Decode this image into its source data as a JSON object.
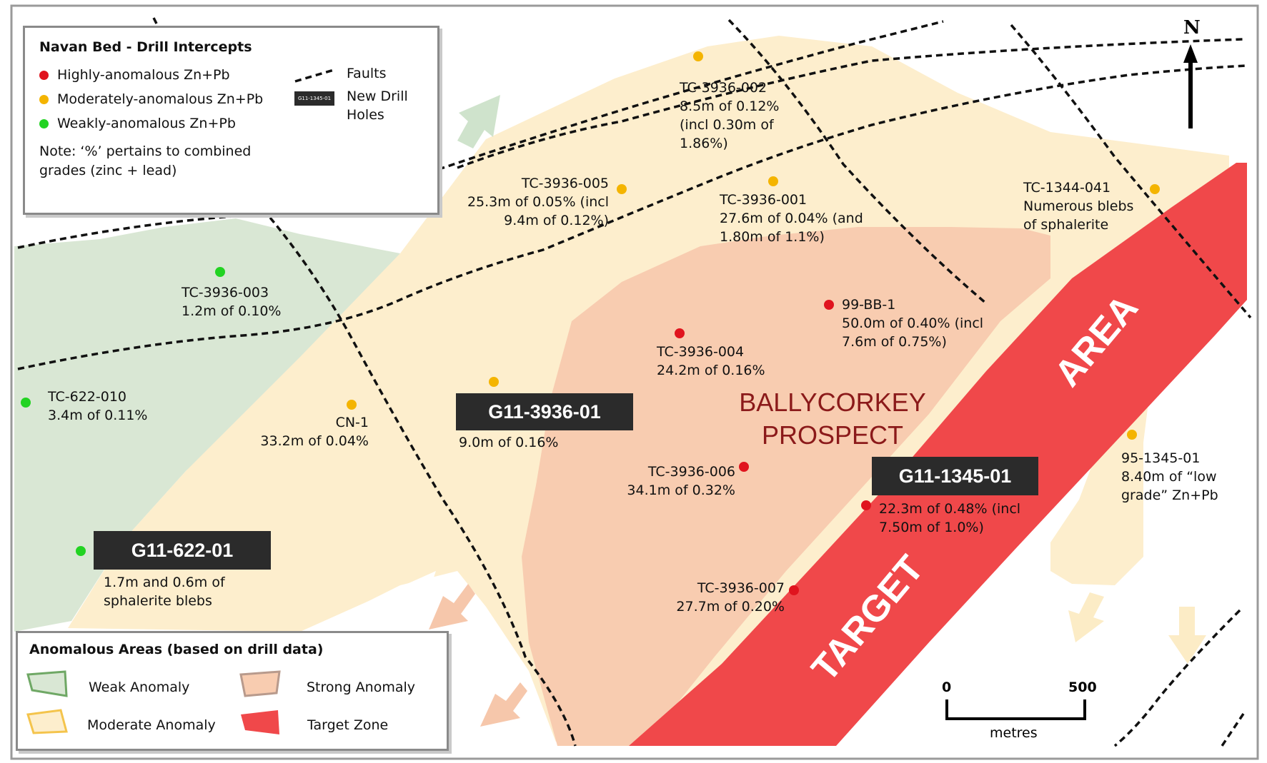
{
  "legend_intercepts": {
    "title": "Navan Bed - Drill Intercepts",
    "items": [
      {
        "label": "Highly-anomalous Zn+Pb",
        "color": "#e0141e"
      },
      {
        "label": "Moderately-anomalous Zn+Pb",
        "color": "#f4b400"
      },
      {
        "label": "Weakly-anomalous Zn+Pb",
        "color": "#22d322"
      }
    ],
    "faults_label": "Faults",
    "new_drill_line1": "New Drill",
    "new_drill_line2": "Holes",
    "new_drill_sample": "G11-1345-01",
    "note_line1": "Note: ‘%’ pertains to combined",
    "note_line2": "grades (zinc + lead)"
  },
  "legend_areas": {
    "title": "Anomalous Areas (based on drill data)",
    "weak": "Weak Anomaly",
    "moderate": "Moderate Anomaly",
    "strong": "Strong Anomaly",
    "target": "Target Zone"
  },
  "colors": {
    "weak_fill": "#d9e7d4",
    "moderate_fill": "#fdeecd",
    "strong_fill": "#f8ccb0",
    "target_fill": "#f0484a",
    "high_dot": "#e0141e",
    "moderate_dot": "#f4b400",
    "weak_dot": "#22d322"
  },
  "drill_labels": {
    "tc3936_002": {
      "l1": "TC-3936-002",
      "l2": "8.5m of 0.12%",
      "l3": "(incl 0.30m of",
      "l4": "1.86%)"
    },
    "tc3936_005": {
      "l1": "TC-3936-005",
      "l2": "25.3m of 0.05% (incl",
      "l3": "9.4m of 0.12%)"
    },
    "tc3936_001": {
      "l1": "TC-3936-001",
      "l2": "27.6m of 0.04% (and",
      "l3": "1.80m of 1.1%)"
    },
    "tc1344_041": {
      "l1": "TC-1344-041",
      "l2": "Numerous blebs",
      "l3": "of sphalerite"
    },
    "tc3936_003": {
      "l1": "TC-3936-003",
      "l2": "1.2m of 0.10%"
    },
    "bb_99_1": {
      "l1": "99-BB-1",
      "l2": "50.0m of 0.40% (incl",
      "l3": "7.6m of 0.75%)"
    },
    "tc3936_004": {
      "l1": "TC-3936-004",
      "l2": "24.2m of 0.16%"
    },
    "tc622_010": {
      "l1": "TC-622-010",
      "l2": "3.4m of 0.11%"
    },
    "cn1": {
      "l1": "CN-1",
      "l2": "33.2m of 0.04%"
    },
    "g11_3936": {
      "l1": "9.0m of 0.16%"
    },
    "tc3936_006": {
      "l1": "TC-3936-006",
      "l2": "34.1m of 0.32%"
    },
    "g11_1345": {
      "l1": "22.3m of 0.48% (incl",
      "l2": "7.50m of 1.0%)"
    },
    "bb95_1345": {
      "l1": "95-1345-01",
      "l2": "8.40m of “low",
      "l3": "grade” Zn+Pb"
    },
    "g11_622": {
      "l1": "1.7m and 0.6m of",
      "l2": "sphalerite blebs"
    },
    "tc3936_007": {
      "l1": "TC-3936-007",
      "l2": "27.7m of 0.20%"
    }
  },
  "new_holes": {
    "g11_3936": "G11-3936-01",
    "g11_1345": "G11-1345-01",
    "g11_622": "G11-622-01"
  },
  "prospect": {
    "line1": "BALLYCORKEY",
    "line2": "PROSPECT"
  },
  "target_zone": {
    "word1": "AREA",
    "word2": "TARGET"
  },
  "north": "N",
  "scale": {
    "zero": "0",
    "max": "500",
    "unit": "metres"
  }
}
